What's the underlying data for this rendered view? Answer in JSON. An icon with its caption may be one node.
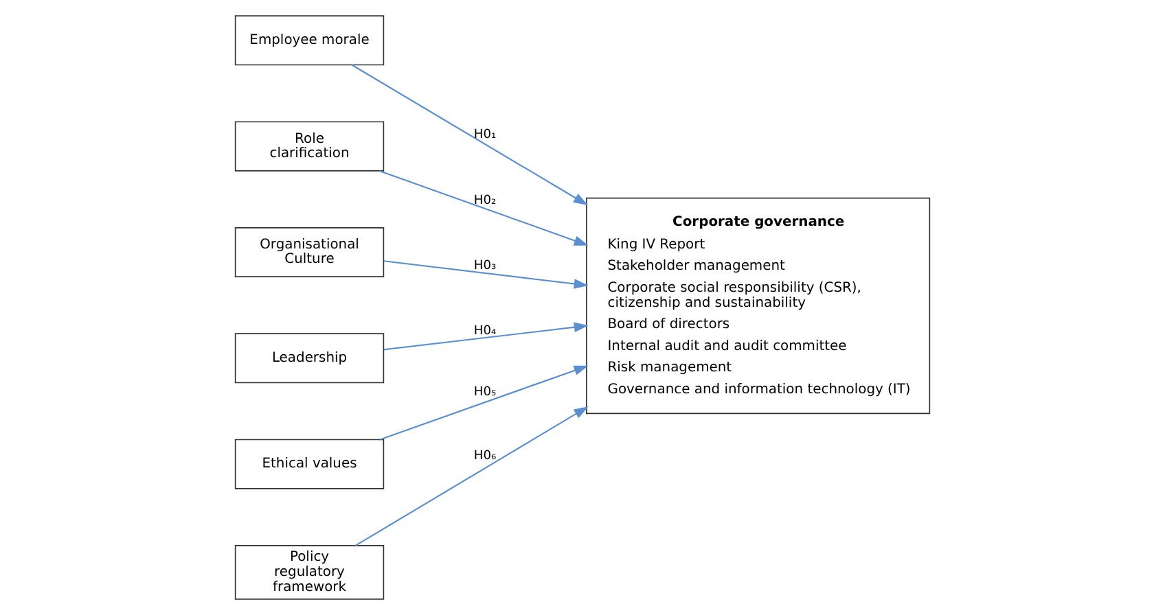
{
  "diagram": {
    "nodes": [
      {
        "text": [
          "Employee morale"
        ]
      },
      {
        "text": [
          "Role clarification"
        ]
      },
      {
        "text": [
          "Organisational Culture"
        ]
      },
      {
        "text": [
          "Leadership"
        ]
      },
      {
        "text": [
          "Ethical values"
        ]
      },
      {
        "text": [
          "Policy regulatory framework"
        ]
      },
      {
        "text": [
          "Corporate governance",
          "King IV Report",
          "Stakeholder management",
          "Corporate social responsibility (CSR), citizenship and sustainability",
          "Board of directors",
          "Internal audit and audit committee",
          "Risk management",
          "Governance and information technology (IT)"
        ]
      }
    ],
    "edges": [
      {
        "from": 0,
        "to": 6,
        "arrow": "to",
        "label": "H0₁"
      },
      {
        "from": 1,
        "to": 6,
        "arrow": "to",
        "label": "H0₂"
      },
      {
        "from": 2,
        "to": 6,
        "arrow": "to",
        "label": "H0₃"
      },
      {
        "from": 3,
        "to": 6,
        "arrow": "to",
        "label": "H0₄"
      },
      {
        "from": 4,
        "to": 6,
        "arrow": "to",
        "label": "H0₅"
      },
      {
        "from": 5,
        "to": 6,
        "arrow": "to",
        "label": "H0₆"
      }
    ]
  }
}
